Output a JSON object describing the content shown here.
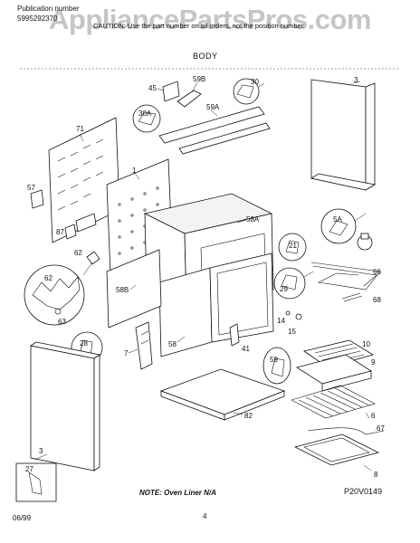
{
  "header": {
    "publication_label": "Publication number",
    "publication_number": "5995292370",
    "models_label": "",
    "caution": "CAUTION: Use the part number on all orders, not the position number."
  },
  "watermark": "AppliancePartsPros.com",
  "section_title": "BODY",
  "callouts": [
    "3",
    "45",
    "59B",
    "30",
    "30A",
    "59A",
    "71",
    "1",
    "57",
    "58A",
    "5A",
    "87",
    "62",
    "21",
    "66",
    "62",
    "58B",
    "29",
    "68",
    "63",
    "14",
    "15",
    "28",
    "7",
    "58",
    "41",
    "10",
    "9",
    "59",
    "3",
    "82",
    "6",
    "67",
    "27",
    "8"
  ],
  "note": "NOTE: Oven Liner N/A",
  "diagram_code": "P20V0149",
  "date": "06/99",
  "page_number": "4"
}
